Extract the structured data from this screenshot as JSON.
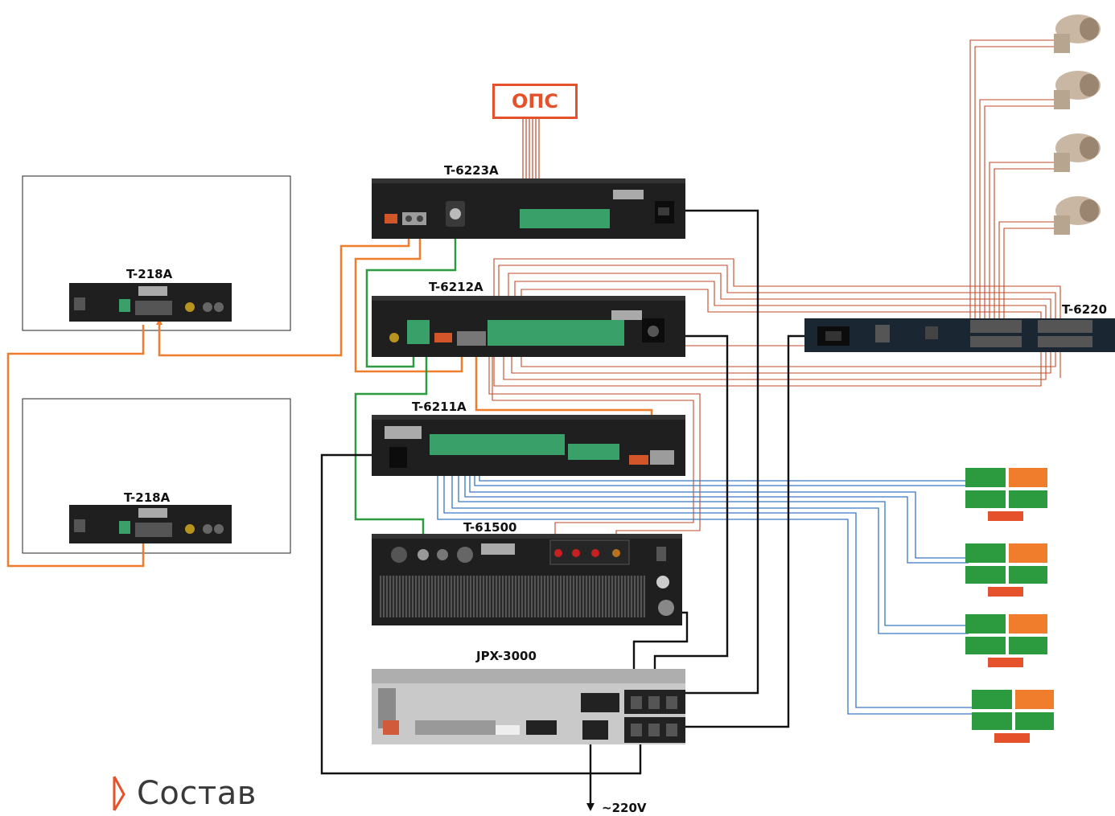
{
  "colors": {
    "orange": "#f07d2c",
    "green": "#2c9a3e",
    "blue": "#3a78c2",
    "red_line": "#c04a2a",
    "black": "#111111",
    "ops_border": "#e4512a",
    "device_body": "#1f1f1f"
  },
  "ops": {
    "label": "ОПС"
  },
  "devices": {
    "t6223a": {
      "label": "T-6223A"
    },
    "t6212a": {
      "label": "T-6212A"
    },
    "t6211a": {
      "label": "T-6211A"
    },
    "t61500": {
      "label": "T-61500"
    },
    "jpx3000": {
      "label": "JPX-3000"
    },
    "t6220": {
      "label": "T-6220"
    },
    "t218a_1": {
      "label": "T-218A"
    },
    "t218a_2": {
      "label": "T-218A"
    }
  },
  "power": {
    "label": "~220V"
  },
  "brand": {
    "name": "Состав",
    "logo_icon": "bracket-logo-icon"
  },
  "peripherals": {
    "speakers": {
      "icon": "horn-speaker-icon",
      "count": 4
    },
    "signs": {
      "icon": "exit-sign-icon",
      "count": 4
    }
  }
}
